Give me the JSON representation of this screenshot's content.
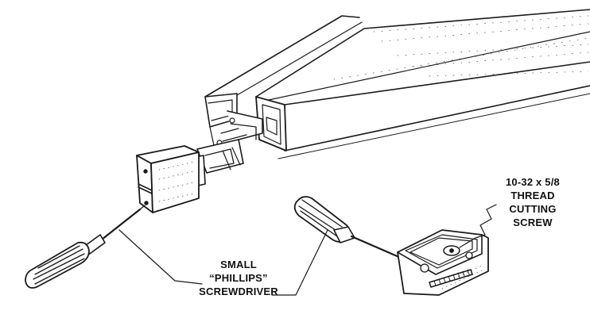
{
  "labels": {
    "screw_spec": [
      "10-32 x 5/8",
      "THREAD",
      "CUTTING",
      "SCREW"
    ],
    "screwdriver": [
      "SMALL",
      "“PHILLIPS”",
      "SCREWDRIVER"
    ]
  }
}
